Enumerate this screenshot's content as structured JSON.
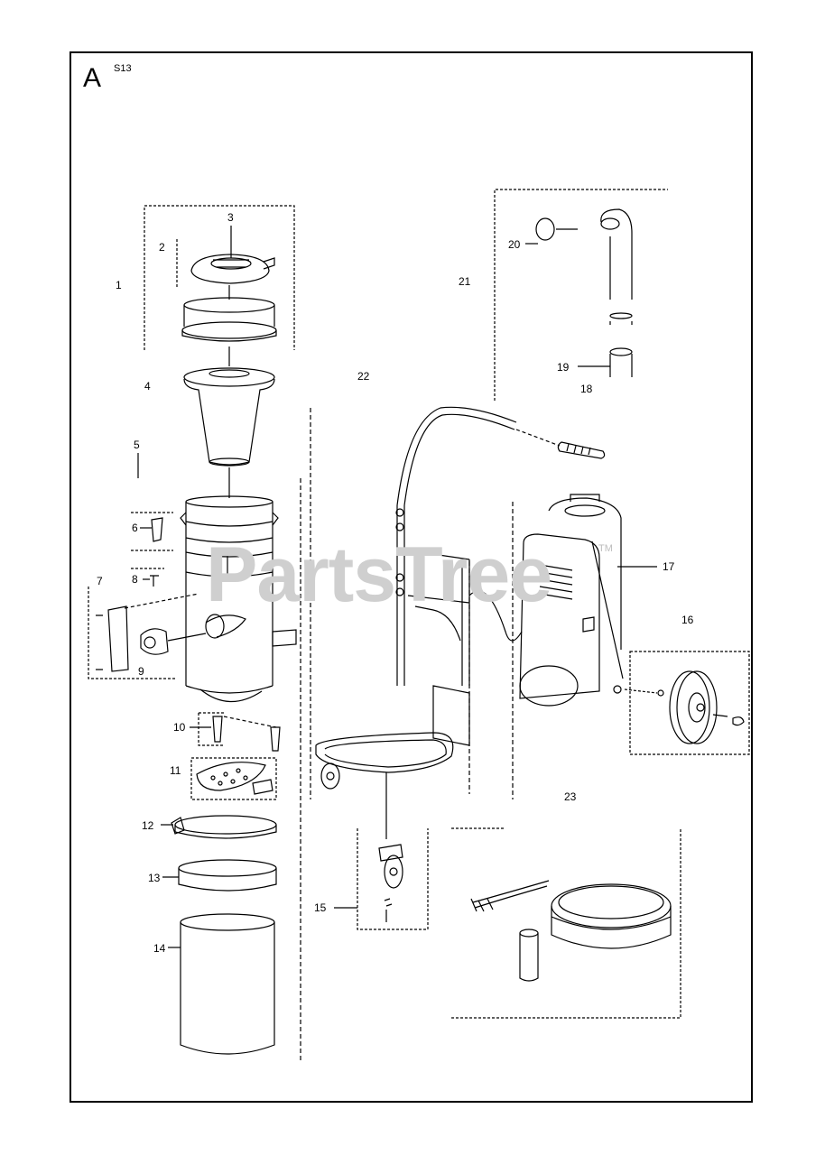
{
  "sheet": {
    "letter": "A",
    "code": "S13"
  },
  "watermark": {
    "text": "PartsTree",
    "mark": "TM"
  },
  "parts": [
    {
      "label": "1"
    },
    {
      "label": "2"
    },
    {
      "label": "3"
    },
    {
      "label": "4"
    },
    {
      "label": "5"
    },
    {
      "label": "6"
    },
    {
      "label": "7"
    },
    {
      "label": "8"
    },
    {
      "label": "9"
    },
    {
      "label": "10"
    },
    {
      "label": "11"
    },
    {
      "label": "12"
    },
    {
      "label": "13"
    },
    {
      "label": "14"
    },
    {
      "label": "15"
    },
    {
      "label": "16"
    },
    {
      "label": "17"
    },
    {
      "label": "18"
    },
    {
      "label": "19"
    },
    {
      "label": "20"
    },
    {
      "label": "21"
    },
    {
      "label": "22"
    },
    {
      "label": "23"
    }
  ]
}
